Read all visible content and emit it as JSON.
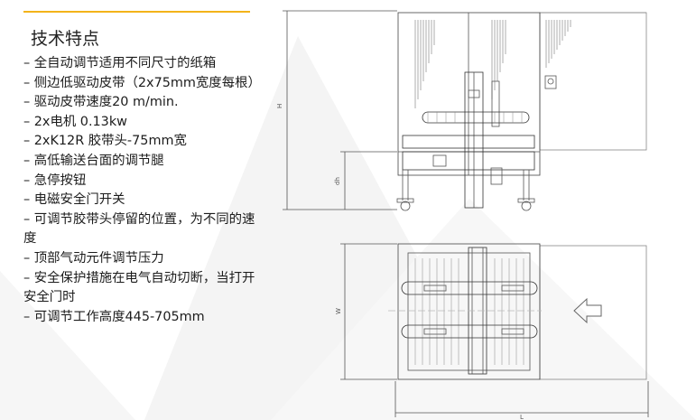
{
  "accent_color": "#f3b319",
  "title": "技术特点",
  "features": [
    "–  全自动调节适用不同尺寸的纸箱",
    "–   侧边低驱动皮带（2x75mm宽度每根）",
    "–  驱动皮带速度20 m/min.",
    "–  2x电机 0.13kw",
    "–  2xK12R 胶带头-75mm宽",
    "–  高低输送台面的调节腿",
    "–  急停按钮",
    "–  电磁安全门开关",
    "–  可调节胶带头停留的位置，为不同的速度",
    "–  顶部气动元件调节压力",
    "–  安全保护措施在电气自动切断，当打开安全门时",
    "–  可调节工作高度445-705mm"
  ],
  "drawing": {
    "dim_h": "H",
    "dim_dh": "dh",
    "dim_w": "W",
    "dim_l": "L"
  }
}
